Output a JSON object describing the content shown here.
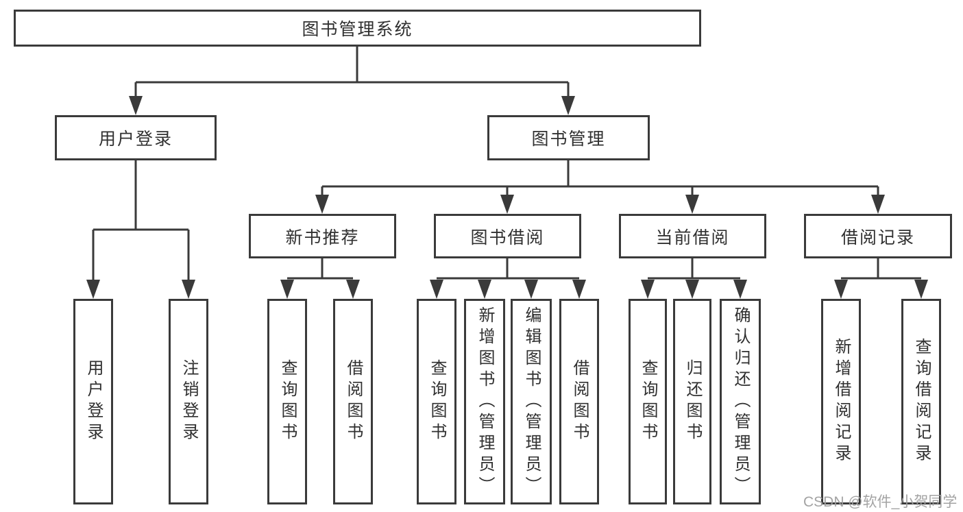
{
  "diagram": {
    "root": {
      "label": "图书管理系统"
    },
    "level1": [
      {
        "id": "user-login",
        "label": "用户登录"
      },
      {
        "id": "book-management",
        "label": "图书管理"
      }
    ],
    "level2": [
      {
        "id": "new-book-recommend",
        "label": "新书推荐"
      },
      {
        "id": "book-borrow",
        "label": "图书借阅"
      },
      {
        "id": "current-borrow",
        "label": "当前借阅"
      },
      {
        "id": "borrow-records",
        "label": "借阅记录"
      }
    ],
    "leaves": {
      "user_login": [
        "用户登录",
        "注销登录"
      ],
      "new_book_recommend": [
        "查询图书",
        "借阅图书"
      ],
      "book_borrow": [
        "查询图书",
        "新增图书（管理员）",
        "编辑图书（管理员）",
        "借阅图书"
      ],
      "current_borrow": [
        "查询图书",
        "归还图书",
        "确认归还（管理员）"
      ],
      "borrow_records": [
        "新增借阅记录",
        "查询借阅记录"
      ]
    }
  },
  "watermark": "CSDN @软件_小贺同学",
  "colors": {
    "line": "#3a3a3a",
    "text": "#303030",
    "watermark": "#9e9e9e",
    "background": "#ffffff"
  }
}
